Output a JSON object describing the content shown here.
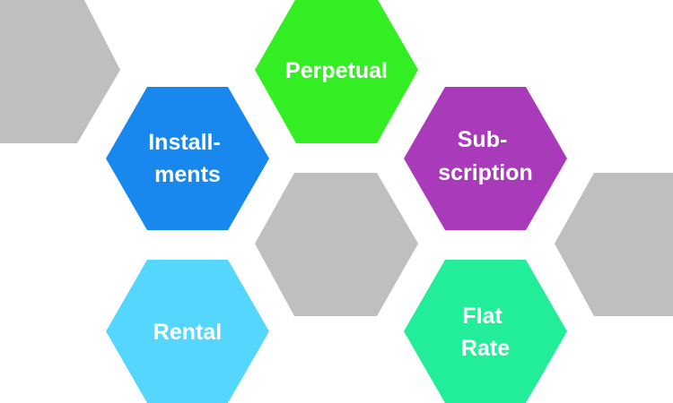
{
  "diagram": {
    "hexagons": [
      {
        "id": "perpetual",
        "lines": [
          "Perpetual"
        ],
        "color": "#33ee22"
      },
      {
        "id": "installments",
        "lines": [
          "Install-",
          "ments"
        ],
        "color": "#1888ee"
      },
      {
        "id": "subscription",
        "lines": [
          "Sub-",
          "scription"
        ],
        "color": "#a93bbb"
      },
      {
        "id": "rental",
        "lines": [
          "Rental"
        ],
        "color": "#55d6ff"
      },
      {
        "id": "flat-rate",
        "lines": [
          "Flat",
          "Rate"
        ],
        "color": "#22ee99"
      }
    ],
    "filler_color": "#bfbfbf",
    "background": "#ffffff"
  }
}
